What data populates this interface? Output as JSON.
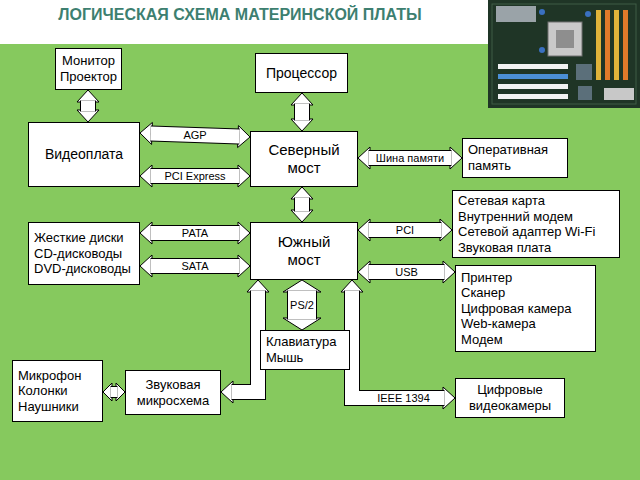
{
  "diagram": {
    "title": "ЛОГИЧЕСКАЯ СХЕМА МАТЕРИНСКОЙ ПЛАТЫ",
    "nodes": [
      {
        "text": [
          "Монитор",
          "Проектор"
        ]
      },
      {
        "text": [
          "Процессор"
        ]
      },
      {
        "text": [
          "Видеоплата"
        ]
      },
      {
        "text": [
          "Северный мост"
        ]
      },
      {
        "text": [
          "Оперативная память"
        ]
      },
      {
        "text": [
          "Сетевая карта",
          "Внутренний модем",
          "Сетевой адаптер Wi-Fi",
          "Звуковая плата"
        ]
      },
      {
        "text": [
          "Жесткие диски",
          "CD-дисководы",
          "DVD-дисководы"
        ]
      },
      {
        "text": [
          "Южный мост"
        ]
      },
      {
        "text": [
          "Принтер",
          "Сканер",
          "Цифровая камера",
          "Web-камера",
          "Модем"
        ]
      },
      {
        "text": [
          "Клавиатура",
          "Мышь"
        ]
      },
      {
        "text": [
          "Микрофон",
          "Колонки",
          "Наушники"
        ]
      },
      {
        "text": [
          "Звуковая микросхема"
        ]
      },
      {
        "text": [
          "Цифровые видеокамеры"
        ]
      }
    ],
    "edges": [
      {
        "from": 0,
        "to": 2,
        "arrow": "both"
      },
      {
        "from": 1,
        "to": 3,
        "arrow": "both"
      },
      {
        "from": 2,
        "to": 3,
        "label": "AGP",
        "arrow": "both"
      },
      {
        "from": 2,
        "to": 3,
        "label": "PCI Express",
        "arrow": "both"
      },
      {
        "from": 3,
        "to": 4,
        "label": "Шина памяти",
        "arrow": "both"
      },
      {
        "from": 3,
        "to": 7,
        "arrow": "both"
      },
      {
        "from": 7,
        "to": 5,
        "label": "PCI",
        "arrow": "both"
      },
      {
        "from": 6,
        "to": 7,
        "label": "PATA",
        "arrow": "both"
      },
      {
        "from": 6,
        "to": 7,
        "label": "SATA",
        "arrow": "both"
      },
      {
        "from": 7,
        "to": 8,
        "label": "USB",
        "arrow": "both"
      },
      {
        "from": 7,
        "to": 9,
        "label": "PS/2",
        "arrow": "both"
      },
      {
        "from": 7,
        "to": 11,
        "arrow": "both"
      },
      {
        "from": 10,
        "to": 11,
        "arrow": "both"
      },
      {
        "from": 7,
        "to": 12,
        "label": "IEEE 1394",
        "arrow": "both"
      }
    ]
  }
}
